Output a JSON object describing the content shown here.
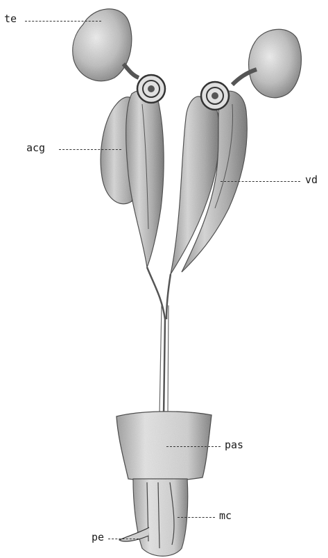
{
  "figure": {
    "labels": {
      "te": "te",
      "acg": "acg",
      "vd": "vd",
      "pas": "pas",
      "mc": "mc",
      "pe": "pe"
    },
    "colors": {
      "ink": "#2b2b2b",
      "shade": "#8a8a8a",
      "light": "#d9d9d9",
      "background": "#ffffff"
    }
  }
}
